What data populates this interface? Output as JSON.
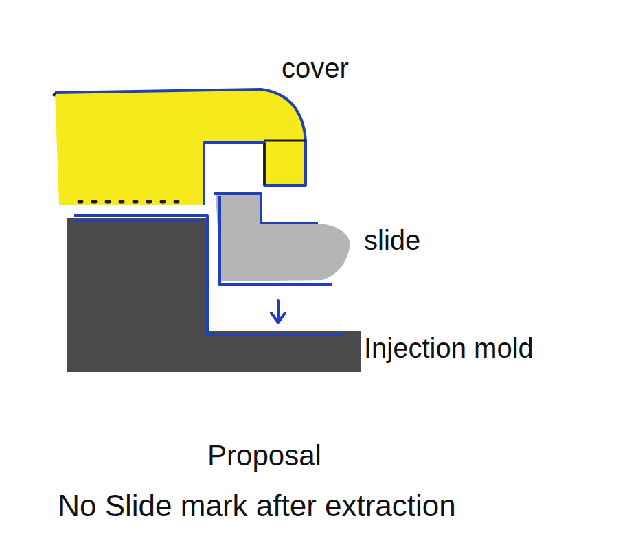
{
  "diagram": {
    "labels": [
      "cover",
      "slide",
      "Injection mold",
      "Proposal",
      "No Slide mark after extraction"
    ]
  }
}
